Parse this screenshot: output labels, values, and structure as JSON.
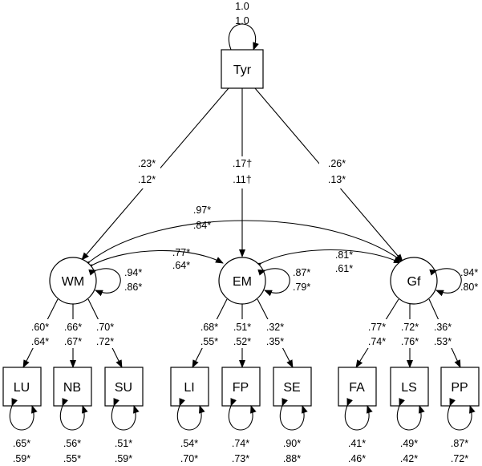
{
  "nodes": {
    "tyr": "Tyr",
    "wm": "WM",
    "em": "EM",
    "gf": "Gf",
    "lu": "LU",
    "nb": "NB",
    "su": "SU",
    "li": "LI",
    "fp": "FP",
    "se": "SE",
    "fa": "FA",
    "ls": "LS",
    "pp": "PP"
  },
  "tyr_variance": [
    "1.0",
    "1.0"
  ],
  "paths": {
    "tyr_wm": [
      ".23*",
      ".12*"
    ],
    "tyr_em": [
      ".17†",
      ".11†"
    ],
    "tyr_gf": [
      ".26*",
      ".13*"
    ]
  },
  "covariances": {
    "wm_gf": [
      ".97*",
      ".84*"
    ],
    "wm_em": [
      ".77*",
      ".64*"
    ],
    "em_gf": [
      ".81*",
      ".61*"
    ]
  },
  "latent_residuals": {
    "wm": [
      ".94*",
      ".86*"
    ],
    "em": [
      ".87*",
      ".79*"
    ],
    "gf": [
      ".94*",
      ".80*"
    ]
  },
  "loadings": {
    "lu": [
      ".60*",
      ".64*"
    ],
    "nb": [
      ".66*",
      ".67*"
    ],
    "su": [
      ".70*",
      ".72*"
    ],
    "li": [
      ".68*",
      ".55*"
    ],
    "fp": [
      ".51*",
      ".52*"
    ],
    "se": [
      ".32*",
      ".35*"
    ],
    "fa": [
      ".77*",
      ".74*"
    ],
    "ls": [
      ".72*",
      ".76*"
    ],
    "pp": [
      ".36*",
      ".53*"
    ]
  },
  "indicator_residuals": {
    "lu": [
      ".65*",
      ".59*"
    ],
    "nb": [
      ".56*",
      ".55*"
    ],
    "su": [
      ".51*",
      ".59*"
    ],
    "li": [
      ".54*",
      ".70*"
    ],
    "fp": [
      ".74*",
      ".73*"
    ],
    "se": [
      ".90*",
      ".88*"
    ],
    "fa": [
      ".41*",
      ".46*"
    ],
    "ls": [
      ".49*",
      ".42*"
    ],
    "pp": [
      ".87*",
      ".72*"
    ]
  }
}
